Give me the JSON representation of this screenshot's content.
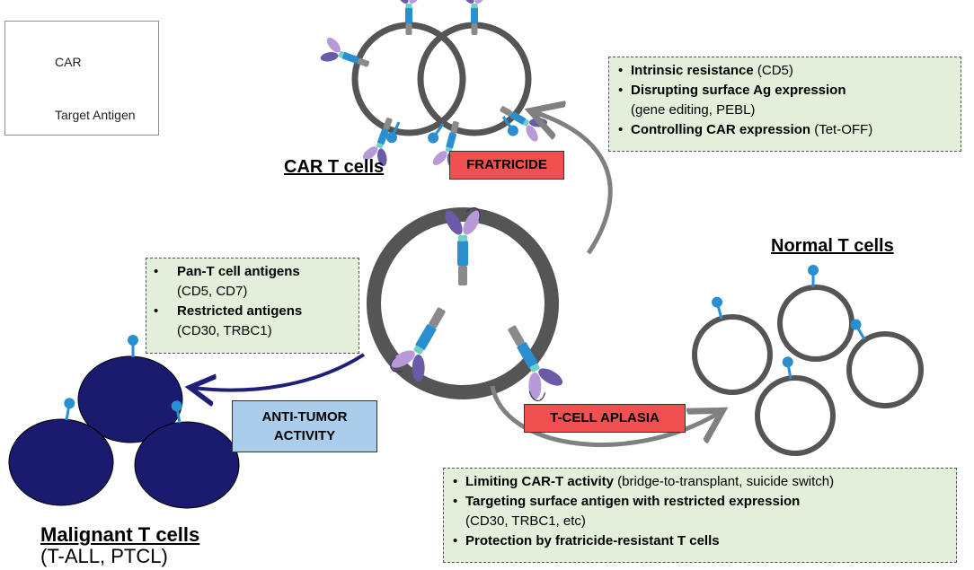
{
  "legend": {
    "car_label": "CAR",
    "antigen_label": "Target Antigen"
  },
  "titles": {
    "car_t": "CAR T cells",
    "normal_t": "Normal T cells",
    "malignant_t": "Malignant T cells",
    "malignant_sub": "(T-ALL, PTCL)"
  },
  "tags": {
    "fratricide": "FRATRICIDE",
    "aplasia": "T-CELL APLASIA",
    "antitumor_line1": "ANTI-TUMOR",
    "antitumor_line2": "ACTIVITY"
  },
  "boxes": {
    "fratricide_strategies": {
      "items": [
        {
          "bold": "Intrinsic resistance",
          "normal": " (CD5)"
        },
        {
          "bold": "Disrupting surface Ag expression",
          "normal": ""
        },
        {
          "bold": "",
          "normal": "(gene editing, PEBL)"
        },
        {
          "bold": "Controlling CAR expression",
          "normal": " (Tet-OFF)"
        }
      ]
    },
    "antigens": {
      "items": [
        {
          "bold": "Pan-T cell antigens",
          "normal": ""
        },
        {
          "bold": "",
          "normal": "(CD5, CD7)"
        },
        {
          "bold": "Restricted antigens",
          "normal": ""
        },
        {
          "bold": "",
          "normal": "(CD30, TRBC1)"
        }
      ]
    },
    "aplasia_strategies": {
      "items": [
        {
          "bold": "Limiting CAR-T activity",
          "normal": " (bridge-to-transplant, suicide switch)"
        },
        {
          "bold": "Targeting surface antigen with restricted expression",
          "normal": ""
        },
        {
          "bold": "",
          "normal": "(CD30, TRBC1, etc)"
        },
        {
          "bold": "Protection by fratricide-resistant T cells",
          "normal": ""
        }
      ]
    },
    "bullet_char": "•"
  },
  "colors": {
    "car_cell_membrane": "#555555",
    "malignant_cell": "#1a1a6e",
    "car_receptor_blue": "#2a8fd0",
    "car_receptor_purple": "#8a6bb8",
    "tag_red": "#f05050",
    "tag_blue": "#a9cdea",
    "box_green": "#e2efda",
    "arrow_navy": "#1f1f7a",
    "arrow_gray": "#808080"
  }
}
